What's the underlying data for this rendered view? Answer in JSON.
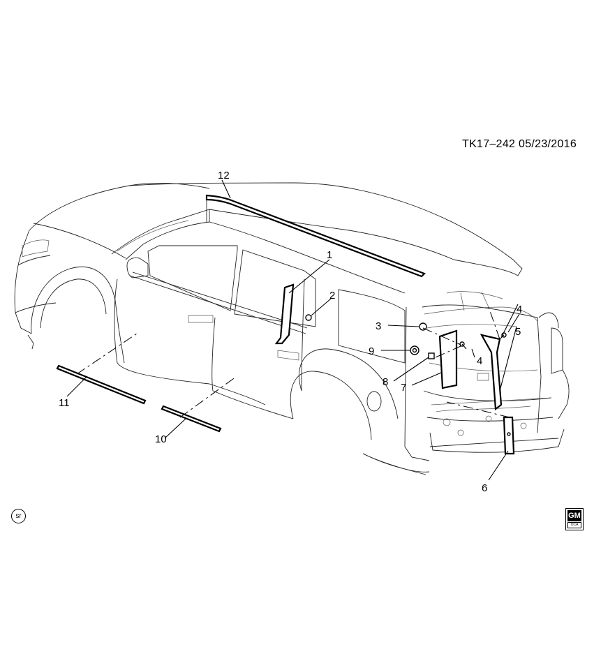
{
  "reference": {
    "code": "TK17–242",
    "date": "05/23/2016"
  },
  "callouts": [
    "1",
    "2",
    "3",
    "4",
    "4",
    "5",
    "6",
    "7",
    "8",
    "9",
    "10",
    "11",
    "12"
  ],
  "badges": {
    "sr": "sr",
    "gm_logo": "GM",
    "gm_sub": "OCA"
  }
}
